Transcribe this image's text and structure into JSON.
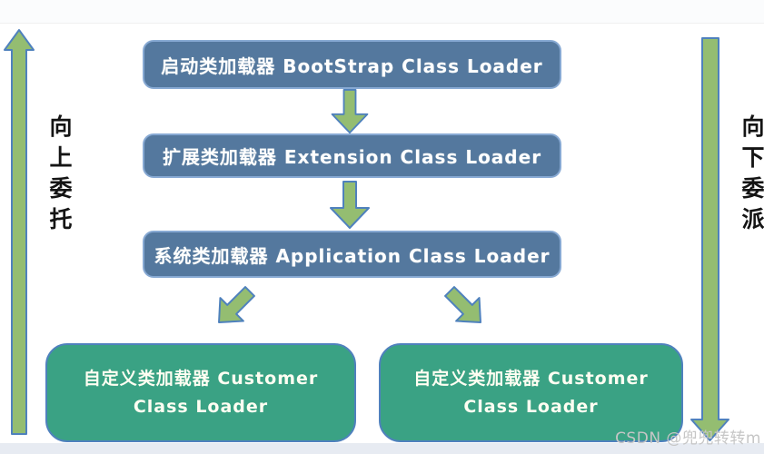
{
  "diagram": {
    "loader_boxes": [
      {
        "id": "bootstrap",
        "label": "启动类加载器 BootStrap Class Loader"
      },
      {
        "id": "extension",
        "label": "扩展类加载器 Extension Class Loader"
      },
      {
        "id": "application",
        "label": "系统类加载器 Application Class Loader"
      },
      {
        "id": "custom_left",
        "label": "自定义类加载器 Customer Class Loader"
      },
      {
        "id": "custom_right",
        "label": "自定义类加载器 Customer Class Loader"
      }
    ],
    "left_arrow_label": "向上委托",
    "right_arrow_label": "向下委派",
    "colors": {
      "loader_box_fill": "#54789e",
      "loader_box_border": "#87a9d3",
      "custom_box_fill": "#3aa284",
      "arrow_fill": "#94bd71",
      "arrow_outline": "#4f81bd",
      "box_text": "#ffffff",
      "side_text": "#141414",
      "watermark_text": "#c6c6c6"
    }
  },
  "watermark": "CSDN @兜兜转转m"
}
